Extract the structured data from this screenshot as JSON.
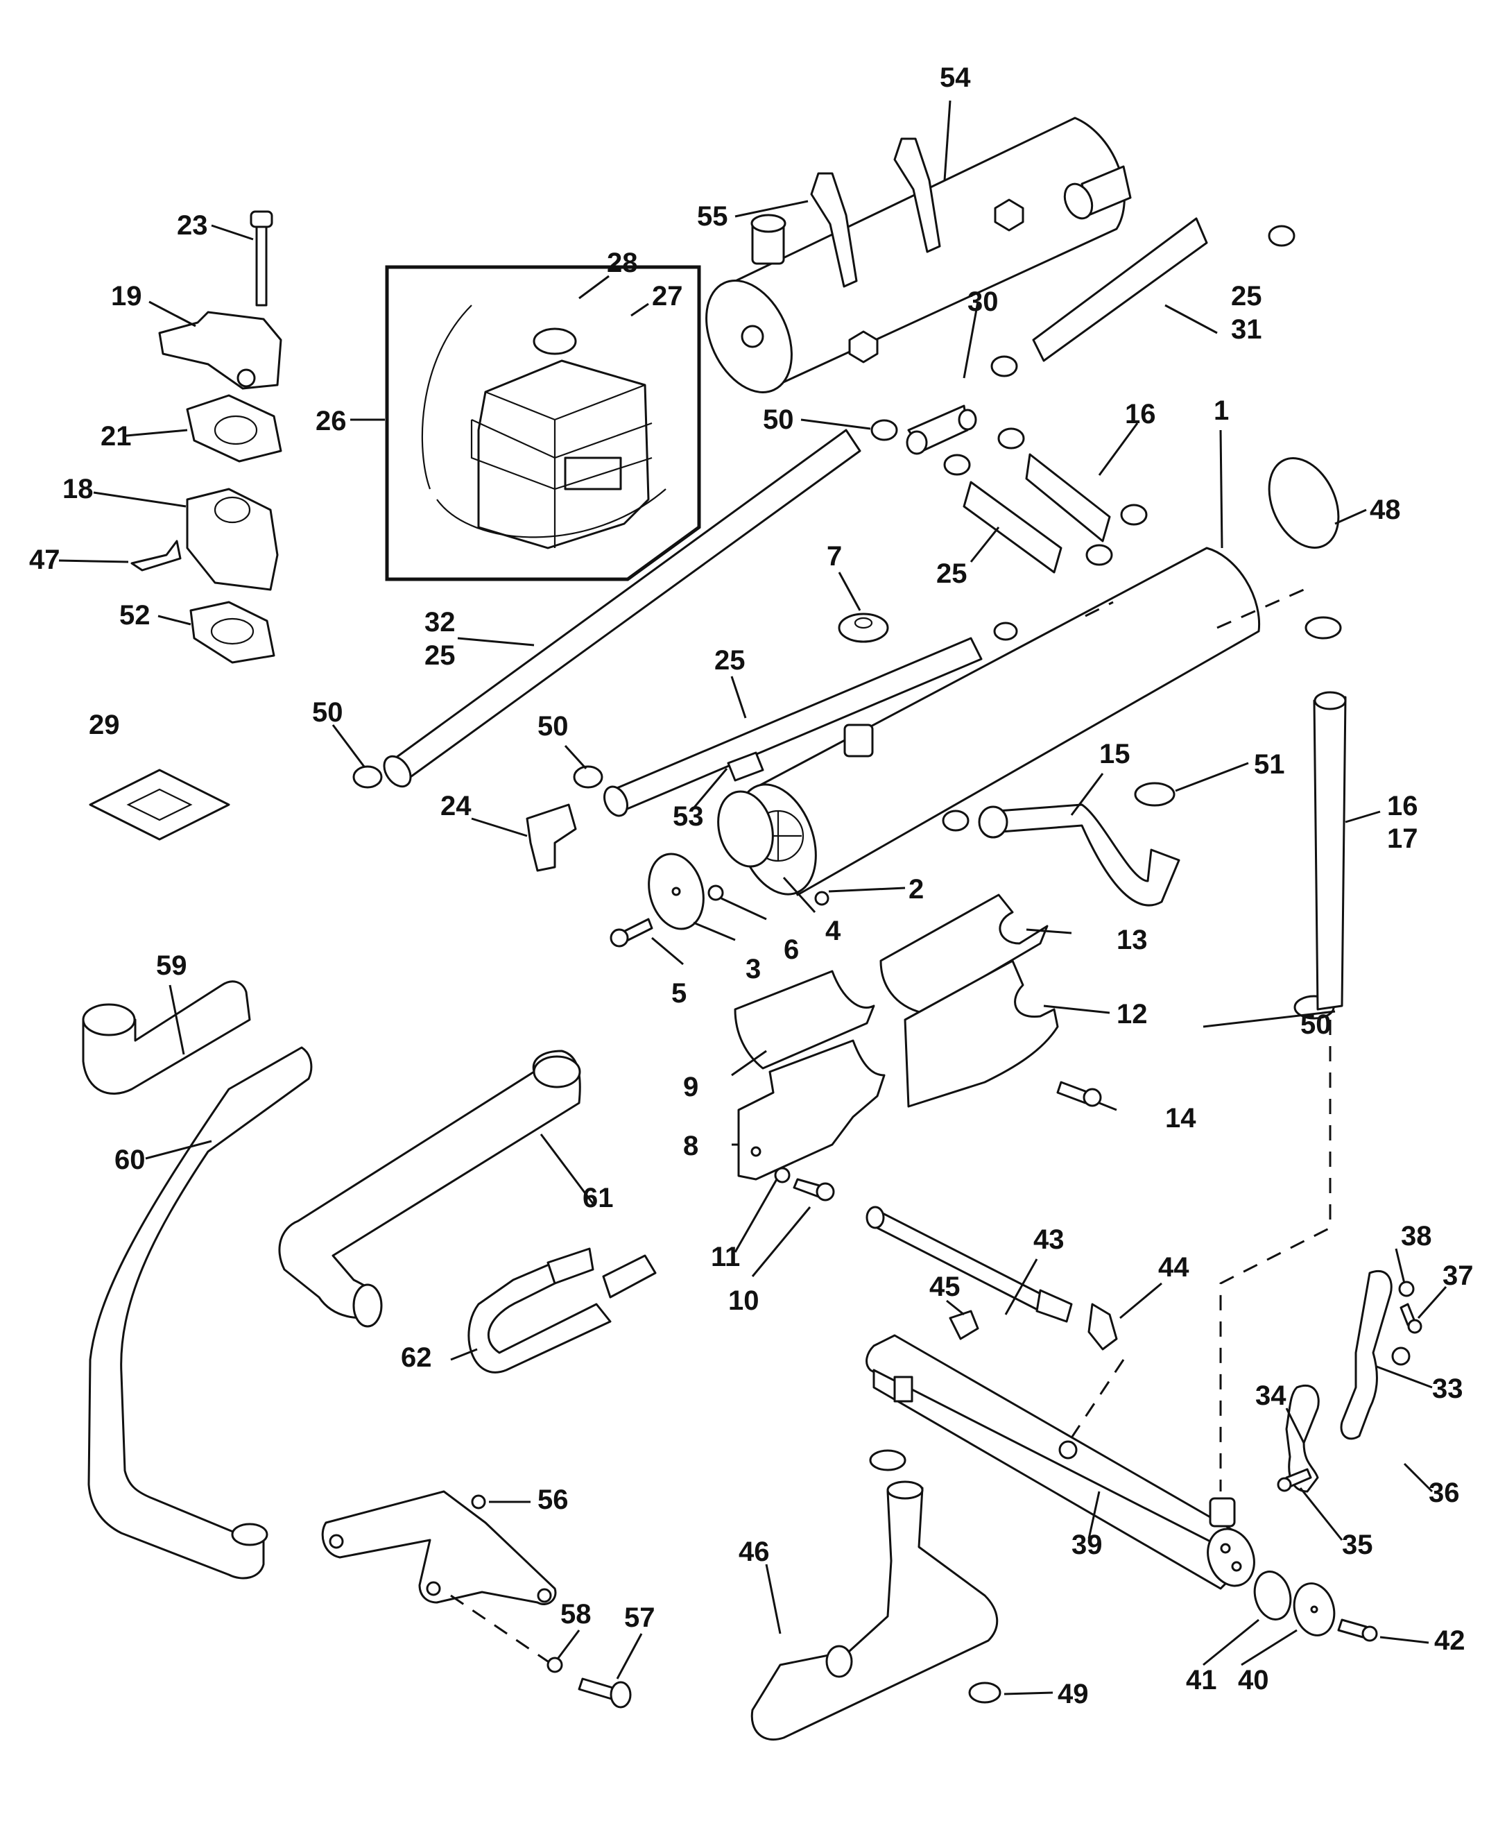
{
  "diagram": {
    "title": "",
    "type": "exploded parts diagram - closed cooling system (heat exchanger, hoses, brackets)",
    "callouts": [
      {
        "id": "c1",
        "text": "1"
      },
      {
        "id": "c2",
        "text": "2"
      },
      {
        "id": "c3",
        "text": "3"
      },
      {
        "id": "c4",
        "text": "4"
      },
      {
        "id": "c5",
        "text": "5"
      },
      {
        "id": "c6",
        "text": "6"
      },
      {
        "id": "c7",
        "text": "7"
      },
      {
        "id": "c8",
        "text": "8"
      },
      {
        "id": "c9",
        "text": "9"
      },
      {
        "id": "c10",
        "text": "10"
      },
      {
        "id": "c11",
        "text": "11"
      },
      {
        "id": "c12",
        "text": "12"
      },
      {
        "id": "c13",
        "text": "13"
      },
      {
        "id": "c14",
        "text": "14"
      },
      {
        "id": "c15",
        "text": "15"
      },
      {
        "id": "c16a",
        "text": "16"
      },
      {
        "id": "c16b",
        "text": "16"
      },
      {
        "id": "c17",
        "text": "17"
      },
      {
        "id": "c18",
        "text": "18"
      },
      {
        "id": "c19",
        "text": "19"
      },
      {
        "id": "c21",
        "text": "21"
      },
      {
        "id": "c23",
        "text": "23"
      },
      {
        "id": "c24",
        "text": "24"
      },
      {
        "id": "c25a",
        "text": "25"
      },
      {
        "id": "c25b",
        "text": "25"
      },
      {
        "id": "c25c",
        "text": "25"
      },
      {
        "id": "c25d",
        "text": "25"
      },
      {
        "id": "c26",
        "text": "26"
      },
      {
        "id": "c27",
        "text": "27"
      },
      {
        "id": "c28",
        "text": "28"
      },
      {
        "id": "c29",
        "text": "29"
      },
      {
        "id": "c30",
        "text": "30"
      },
      {
        "id": "c31",
        "text": "31"
      },
      {
        "id": "c32",
        "text": "32"
      },
      {
        "id": "c33",
        "text": "33"
      },
      {
        "id": "c34",
        "text": "34"
      },
      {
        "id": "c35",
        "text": "35"
      },
      {
        "id": "c36",
        "text": "36"
      },
      {
        "id": "c37",
        "text": "37"
      },
      {
        "id": "c38",
        "text": "38"
      },
      {
        "id": "c39",
        "text": "39"
      },
      {
        "id": "c40",
        "text": "40"
      },
      {
        "id": "c41",
        "text": "41"
      },
      {
        "id": "c42",
        "text": "42"
      },
      {
        "id": "c43",
        "text": "43"
      },
      {
        "id": "c44",
        "text": "44"
      },
      {
        "id": "c45",
        "text": "45"
      },
      {
        "id": "c46",
        "text": "46"
      },
      {
        "id": "c47",
        "text": "47"
      },
      {
        "id": "c48",
        "text": "48"
      },
      {
        "id": "c49",
        "text": "49"
      },
      {
        "id": "c50a",
        "text": "50"
      },
      {
        "id": "c50b",
        "text": "50"
      },
      {
        "id": "c50c",
        "text": "50"
      },
      {
        "id": "c50d",
        "text": "50"
      },
      {
        "id": "c51",
        "text": "51"
      },
      {
        "id": "c52",
        "text": "52"
      },
      {
        "id": "c53",
        "text": "53"
      },
      {
        "id": "c54",
        "text": "54"
      },
      {
        "id": "c55",
        "text": "55"
      },
      {
        "id": "c56",
        "text": "56"
      },
      {
        "id": "c57",
        "text": "57"
      },
      {
        "id": "c58",
        "text": "58"
      },
      {
        "id": "c59",
        "text": "59"
      },
      {
        "id": "c60",
        "text": "60"
      },
      {
        "id": "c61",
        "text": "61"
      },
      {
        "id": "c62",
        "text": "62"
      }
    ]
  }
}
